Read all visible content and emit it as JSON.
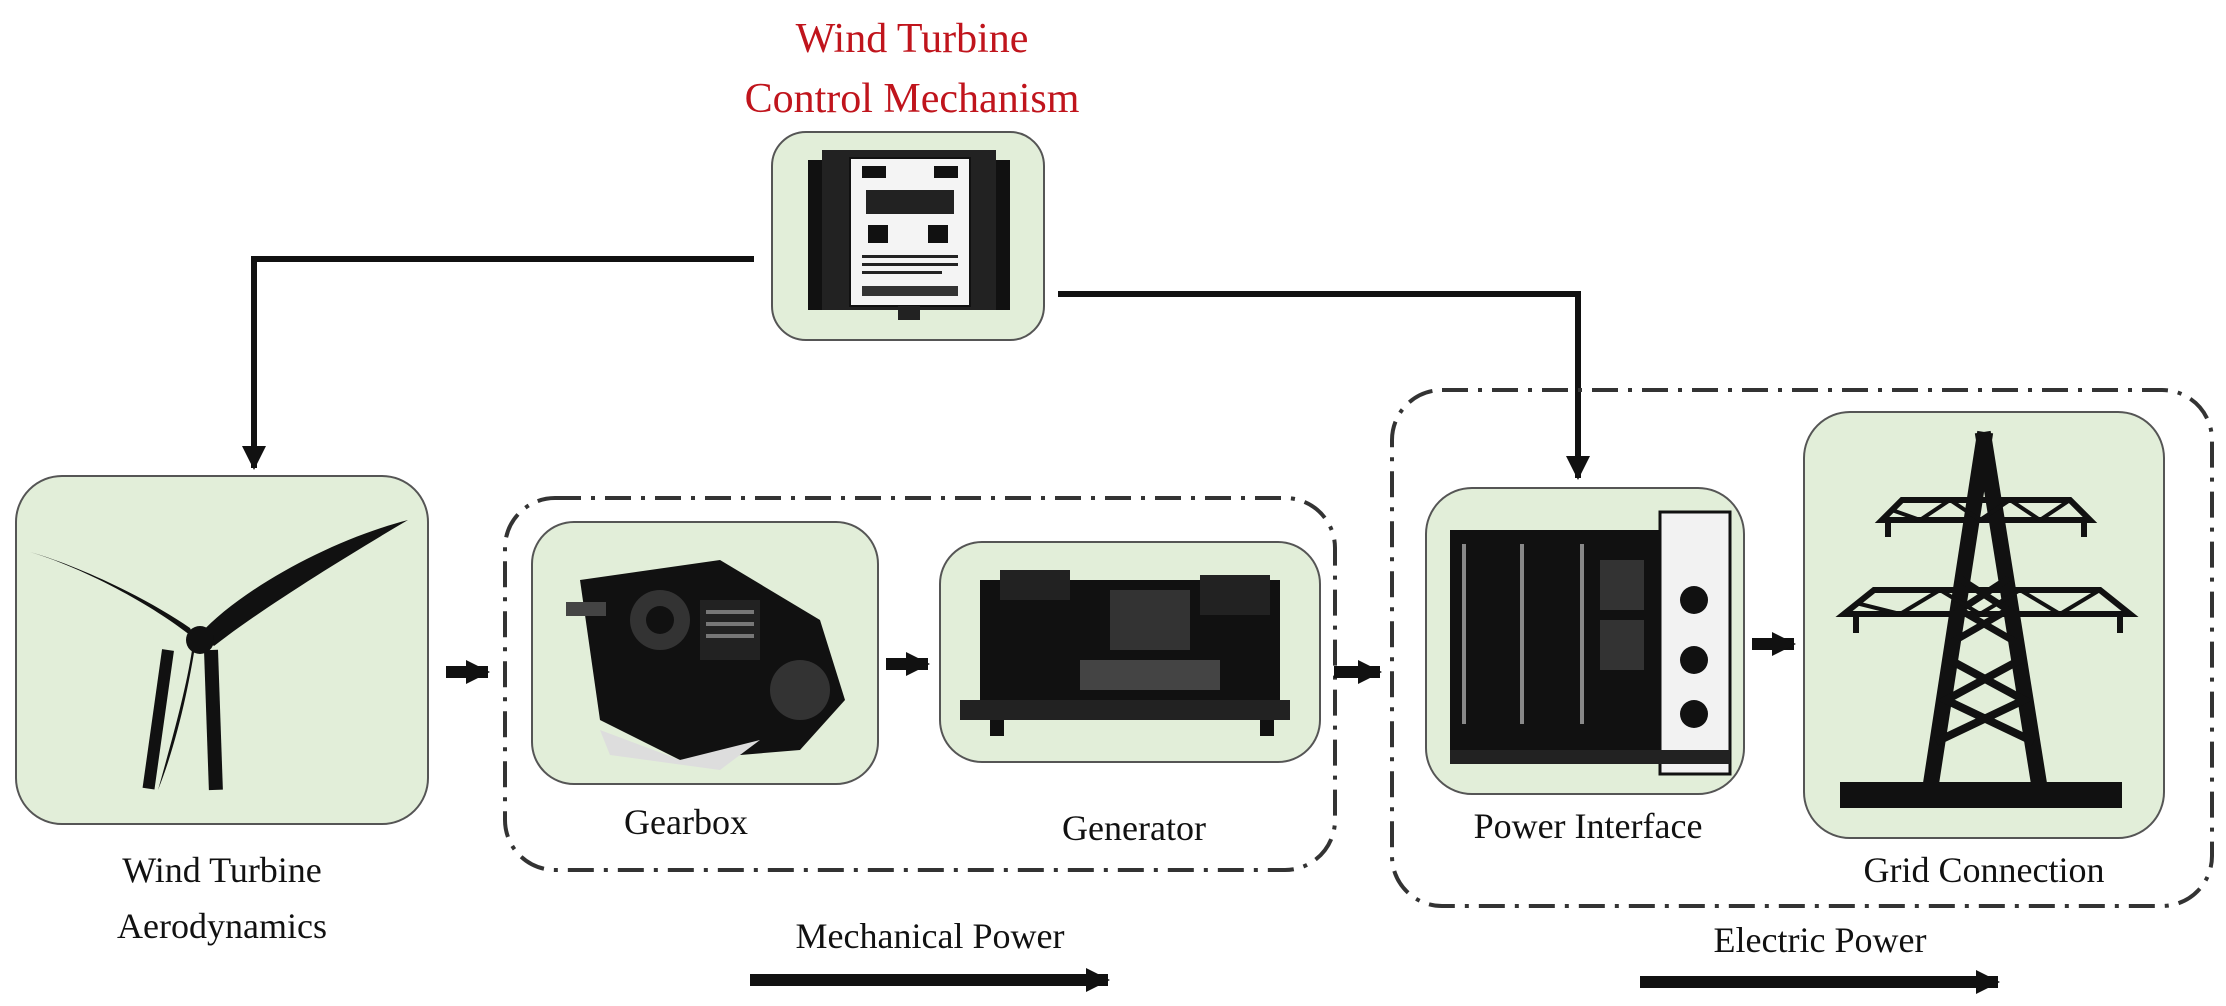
{
  "title": {
    "line1": "Wind Turbine",
    "line2": "Control Mechanism",
    "color": "#c0141c"
  },
  "nodes": {
    "controller": {
      "icon": "controller-device-icon"
    },
    "aero": {
      "label_line1": "Wind Turbine",
      "label_line2": "Aerodynamics",
      "icon": "wind-turbine-icon"
    },
    "gearbox": {
      "label": "Gearbox",
      "icon": "gearbox-icon"
    },
    "generator": {
      "label": "Generator",
      "icon": "generator-icon"
    },
    "power_interface": {
      "label": "Power Interface",
      "icon": "power-cabinet-icon"
    },
    "grid": {
      "label": "Grid Connection",
      "icon": "transmission-tower-icon"
    }
  },
  "groups": {
    "mechanical": {
      "label": "Mechanical Power"
    },
    "electric": {
      "label": "Electric Power"
    }
  },
  "colors": {
    "box_fill": "#e2eed9",
    "box_stroke": "#555555",
    "ink": "#111111"
  }
}
